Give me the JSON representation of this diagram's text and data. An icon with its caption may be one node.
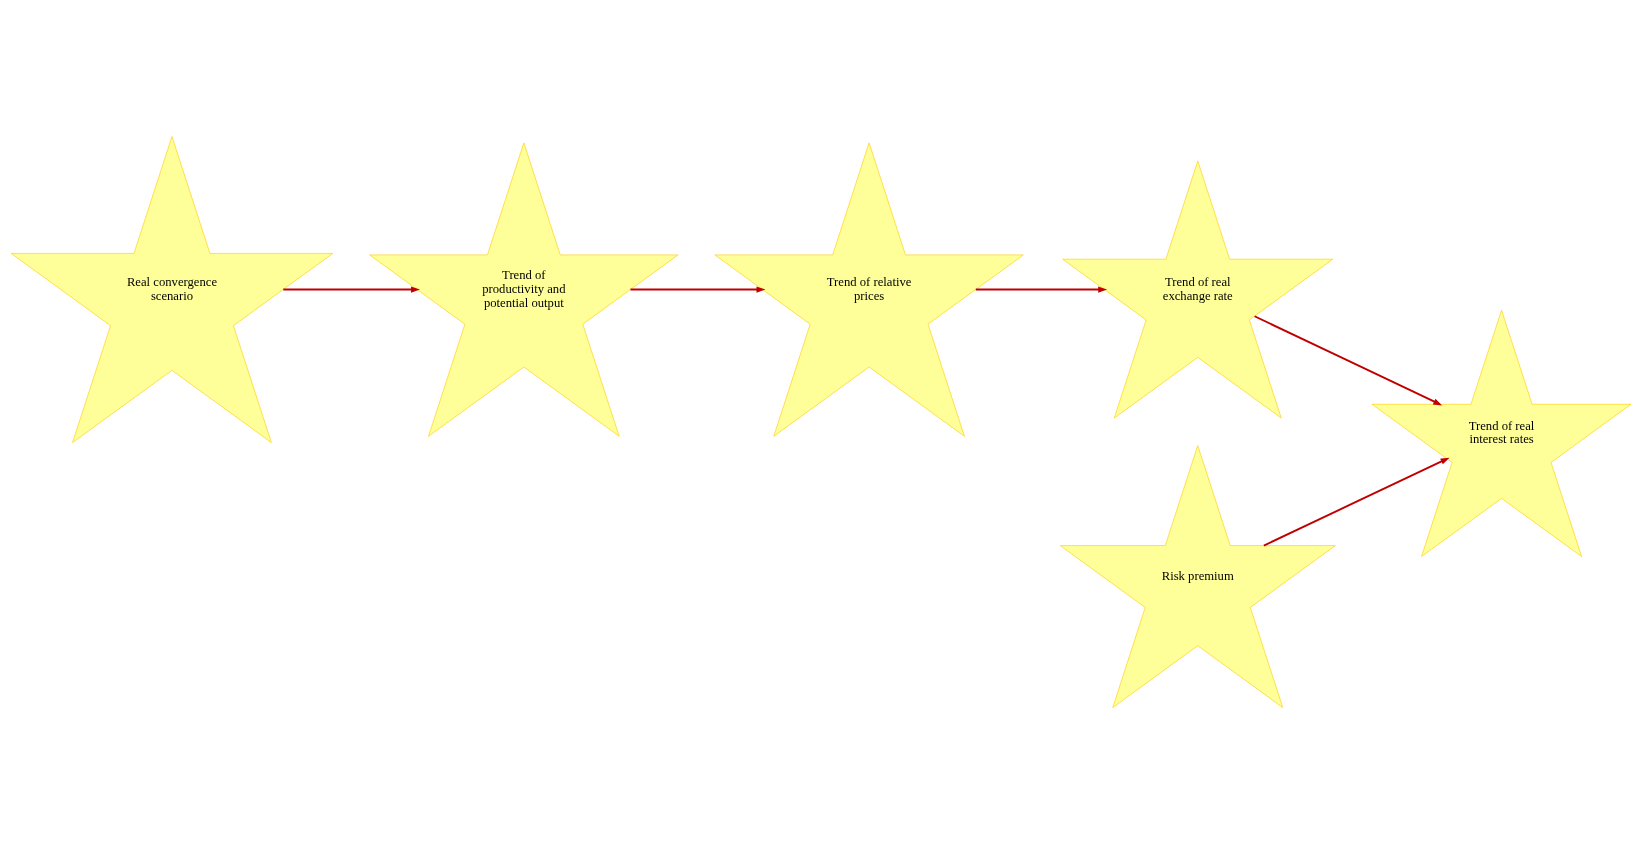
{
  "diagram": {
    "nodes": [
      {
        "text": [
          "Real convergence scenario"
        ]
      },
      {
        "text": [
          "Trend of productivity and potential output"
        ]
      },
      {
        "text": [
          "Trend of relative prices"
        ]
      },
      {
        "text": [
          "Trend of real exchange rate"
        ]
      },
      {
        "text": [
          "Trend of real interest rates"
        ]
      },
      {
        "text": [
          "Risk premium"
        ]
      }
    ],
    "edges": [
      {
        "from": 0,
        "to": 1,
        "arrow": "to"
      },
      {
        "from": 1,
        "to": 2,
        "arrow": "to"
      },
      {
        "from": 2,
        "to": 3,
        "arrow": "to"
      },
      {
        "from": 3,
        "to": 4,
        "arrow": "to"
      },
      {
        "from": 5,
        "to": 4,
        "arrow": "to"
      }
    ]
  }
}
